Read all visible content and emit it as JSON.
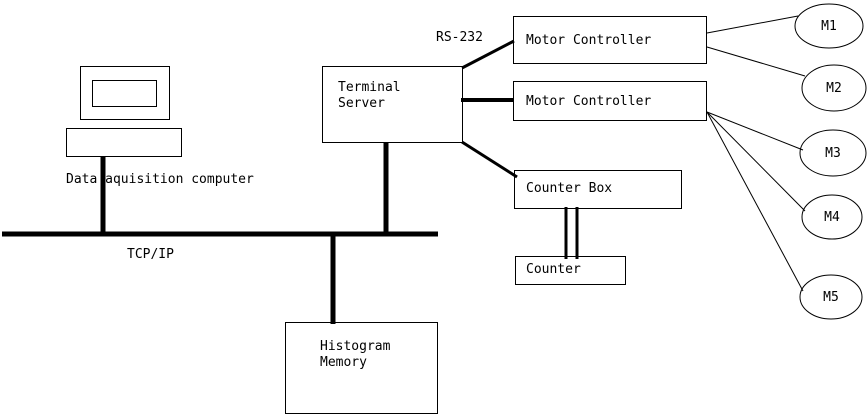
{
  "diagram": {
    "title": "Data acquisition system block diagram",
    "background_color": "#ffffff",
    "line_color": "#000000",
    "nodes": {
      "monitor": {
        "label": "",
        "shape": "rect"
      },
      "monitor_screen": {
        "label": "",
        "shape": "rect"
      },
      "computer_base": {
        "label": "",
        "shape": "rect"
      },
      "computer_caption": {
        "label": "Data aquisition computer"
      },
      "terminal_server": {
        "label_line1": "Terminal",
        "label_line2": "Server",
        "shape": "rect"
      },
      "motor_controller_1": {
        "label": "Motor Controller",
        "shape": "rect"
      },
      "motor_controller_2": {
        "label": "Motor Controller",
        "shape": "rect"
      },
      "counter_box": {
        "label": "Counter Box",
        "shape": "rect"
      },
      "counter": {
        "label": "Counter",
        "shape": "rect"
      },
      "histogram_memory": {
        "label_line1": "Histogram",
        "label_line2": "Memory",
        "shape": "rect"
      },
      "motor_1": {
        "label": "M1",
        "shape": "ellipse"
      },
      "motor_2": {
        "label": "M2",
        "shape": "ellipse"
      },
      "motor_3": {
        "label": "M3",
        "shape": "ellipse"
      },
      "motor_4": {
        "label": "M4",
        "shape": "ellipse"
      },
      "motor_5": {
        "label": "M5",
        "shape": "ellipse"
      }
    },
    "edge_labels": {
      "bus": "TCP/IP",
      "serial": "RS-232"
    },
    "connections": [
      {
        "from": "computer_base",
        "to": "bus",
        "style": "thick"
      },
      {
        "from": "terminal_server",
        "to": "bus",
        "style": "thick"
      },
      {
        "from": "histogram_memory",
        "to": "bus",
        "style": "thick"
      },
      {
        "from": "terminal_server",
        "to": "motor_controller_1",
        "style": "thick",
        "label": "RS-232"
      },
      {
        "from": "terminal_server",
        "to": "motor_controller_2",
        "style": "thick"
      },
      {
        "from": "terminal_server",
        "to": "counter_box",
        "style": "thick"
      },
      {
        "from": "motor_controller_1",
        "to": "motor_1",
        "style": "thin"
      },
      {
        "from": "motor_controller_1",
        "to": "motor_2",
        "style": "thin"
      },
      {
        "from": "motor_controller_2",
        "to": "motor_3",
        "style": "thin"
      },
      {
        "from": "motor_controller_2",
        "to": "motor_4",
        "style": "thin"
      },
      {
        "from": "motor_controller_2",
        "to": "motor_5",
        "style": "thin"
      },
      {
        "from": "counter_box",
        "to": "counter",
        "style": "double-thick"
      }
    ]
  }
}
